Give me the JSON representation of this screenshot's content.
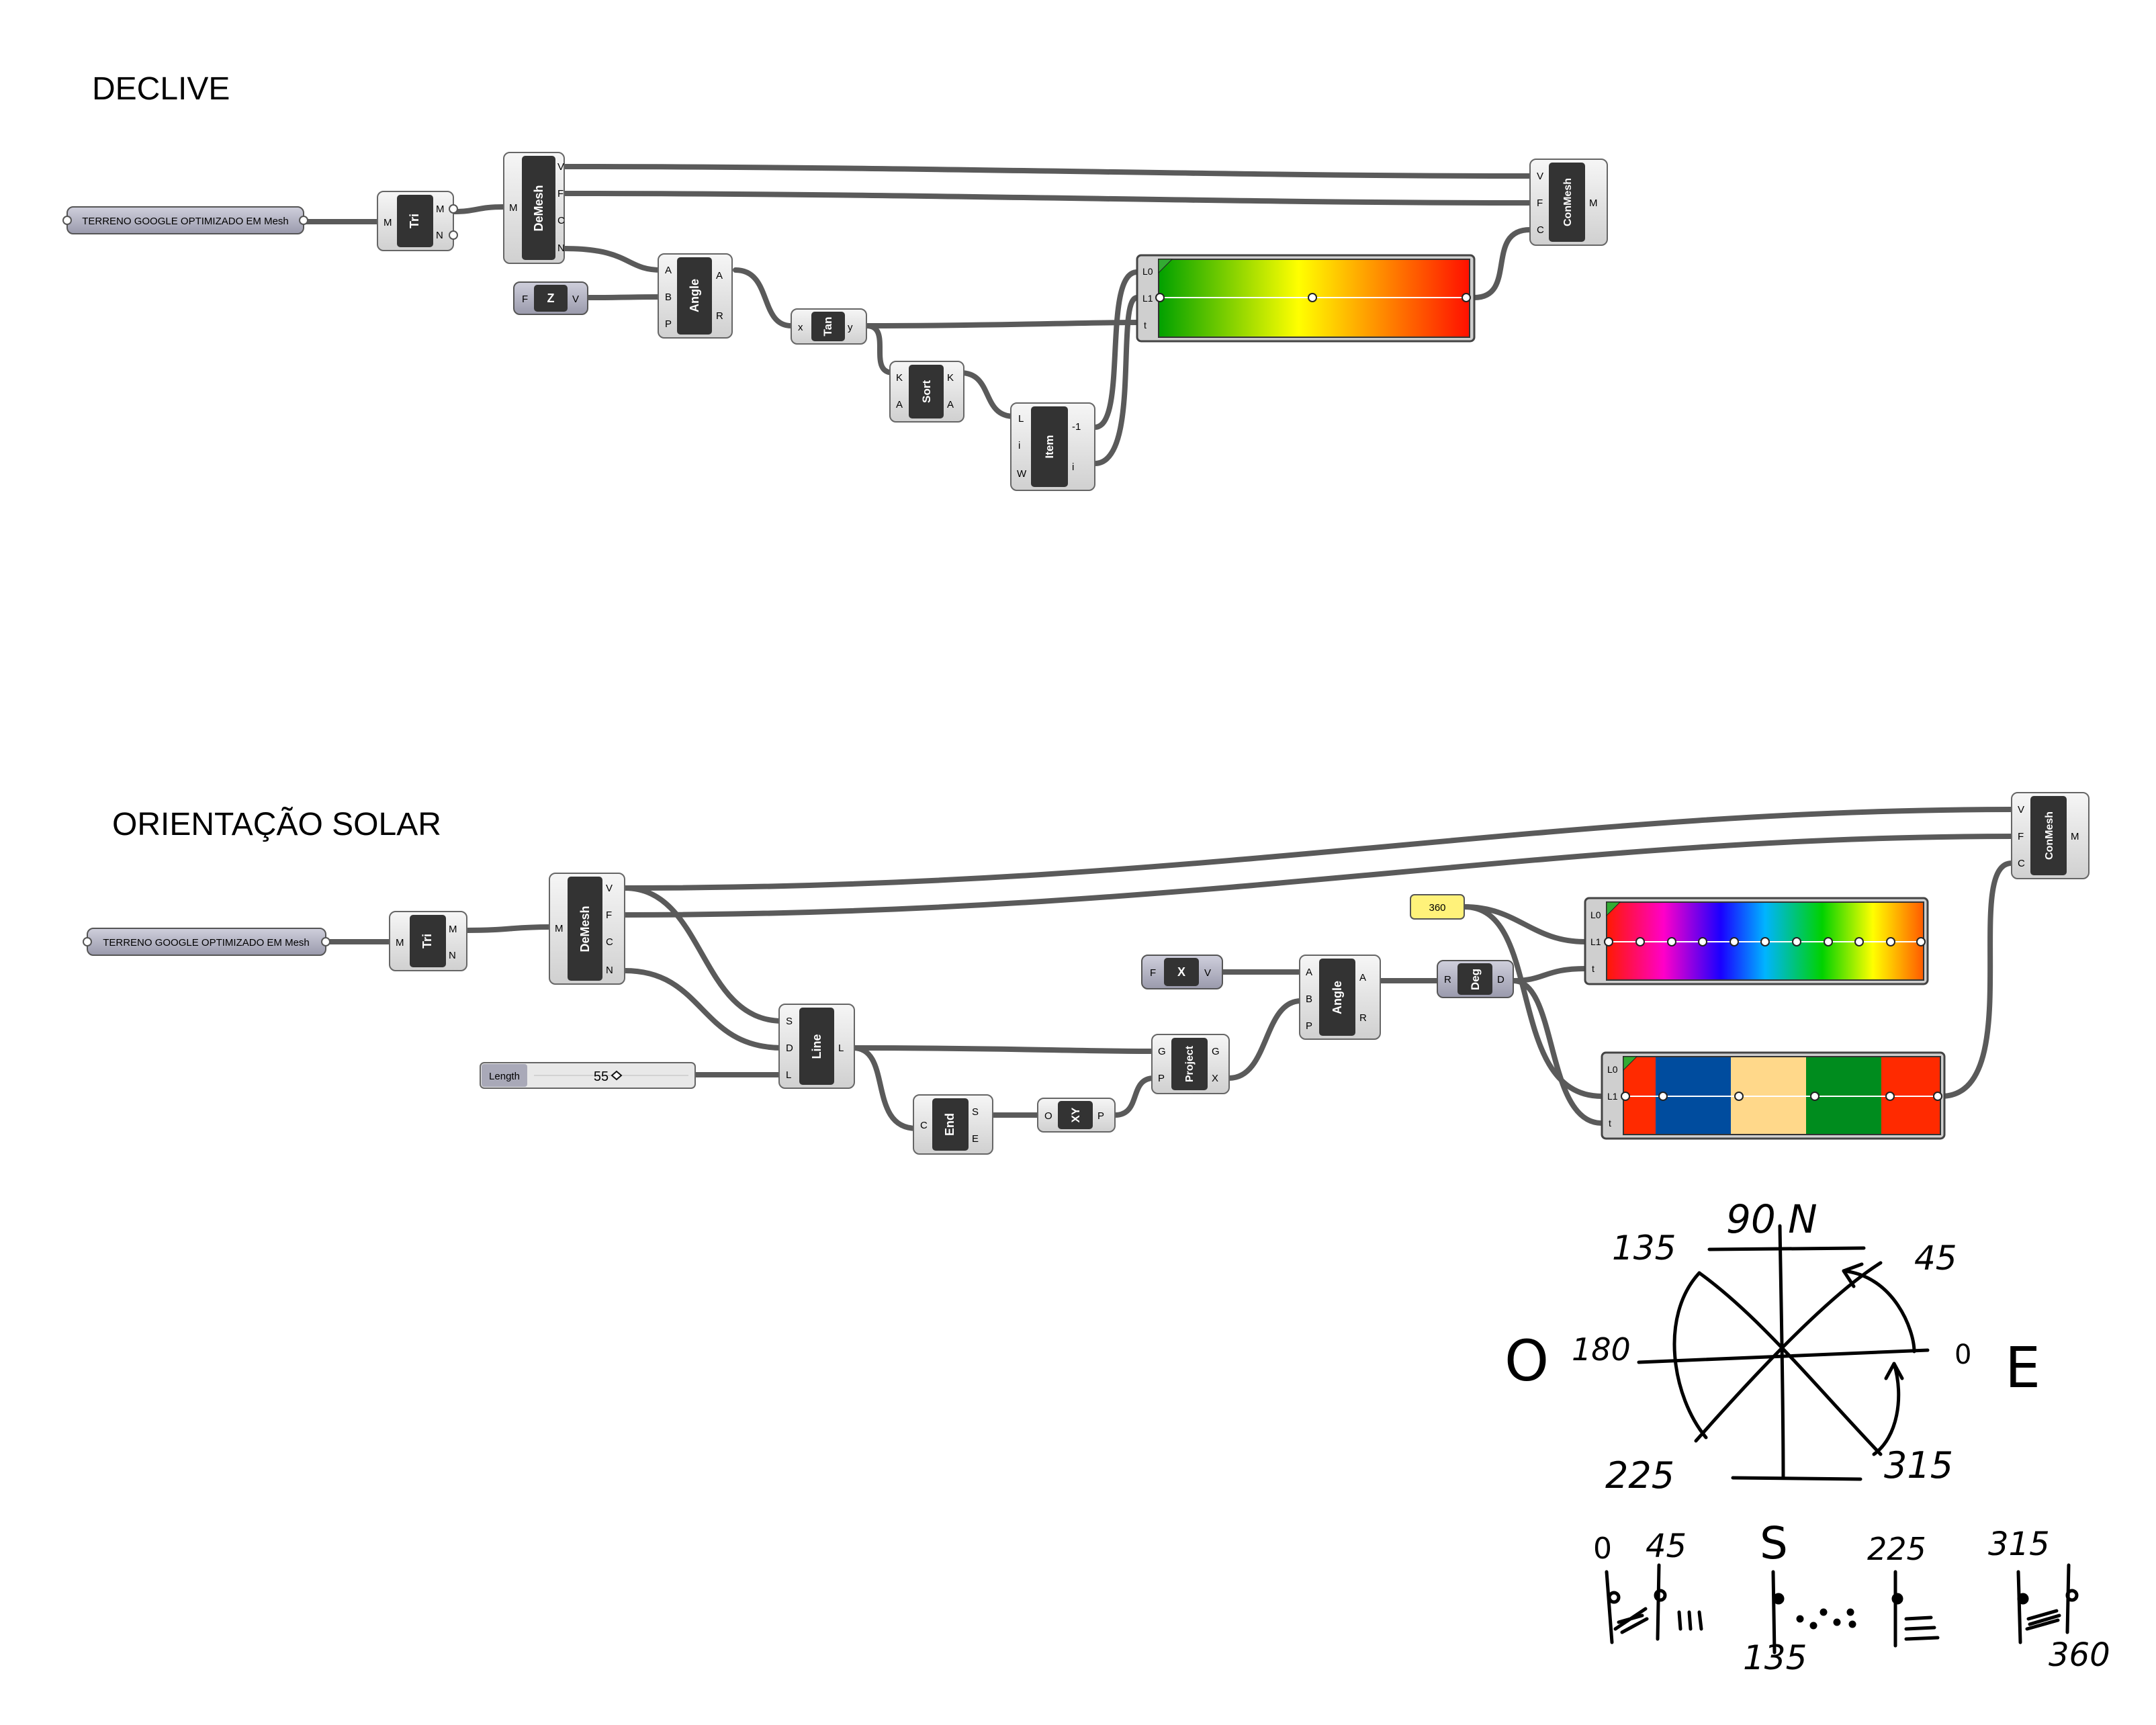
{
  "sections": {
    "declive": "DECLIVE",
    "orientacao": "ORIENTAÇÃO SOLAR"
  },
  "declive": {
    "mesh_param": "TERRENO GOOGLE OPTIMIZADO EM Mesh",
    "tri": {
      "label": "Tri",
      "in": [
        "M"
      ],
      "out": [
        "M",
        "N"
      ]
    },
    "demesh": {
      "label": "DeMesh",
      "in": [
        "M"
      ],
      "out": [
        "V",
        "F",
        "C",
        "N"
      ]
    },
    "zvec": {
      "label": "Z",
      "in": [
        "F"
      ],
      "out": [
        "V"
      ]
    },
    "angle": {
      "label": "Angle",
      "in": [
        "A",
        "B",
        "P"
      ],
      "out": [
        "A",
        "R"
      ]
    },
    "tan": {
      "label": "Tan",
      "in": [
        "x"
      ],
      "out": [
        "y"
      ]
    },
    "sort": {
      "label": "Sort",
      "in": [
        "K",
        "A"
      ],
      "out": [
        "K",
        "A"
      ]
    },
    "item": {
      "label": "Item",
      "in": [
        "L",
        "i",
        "W"
      ],
      "out": [
        "-1",
        "i"
      ]
    },
    "gradient": {
      "in": [
        "L0",
        "L1",
        "t"
      ]
    },
    "conmesh": {
      "label": "ConMesh",
      "in": [
        "V",
        "F",
        "C"
      ],
      "out": [
        "M"
      ]
    }
  },
  "orientacao": {
    "mesh_param": "TERRENO GOOGLE OPTIMIZADO EM Mesh",
    "tri": {
      "label": "Tri",
      "in": [
        "M"
      ],
      "out": [
        "M",
        "N"
      ]
    },
    "demesh": {
      "label": "DeMesh",
      "in": [
        "M"
      ],
      "out": [
        "V",
        "F",
        "C",
        "N"
      ]
    },
    "slider": {
      "name": "Length",
      "value": "55"
    },
    "line": {
      "label": "Line",
      "in": [
        "S",
        "D",
        "L"
      ],
      "out": [
        "L"
      ]
    },
    "end": {
      "label": "End",
      "in": [
        "C"
      ],
      "out": [
        "S",
        "E"
      ]
    },
    "xy": {
      "label": "XY",
      "in": [
        "O"
      ],
      "out": [
        "P"
      ]
    },
    "project": {
      "label": "Project",
      "in": [
        "G",
        "P"
      ],
      "out": [
        "G",
        "X"
      ]
    },
    "xvec": {
      "label": "X",
      "in": [
        "F"
      ],
      "out": [
        "V"
      ]
    },
    "angle": {
      "label": "Angle",
      "in": [
        "A",
        "B",
        "P"
      ],
      "out": [
        "A",
        "R"
      ]
    },
    "deg": {
      "label": "Deg",
      "in": [
        "R"
      ],
      "out": [
        "D"
      ]
    },
    "panel": "360",
    "gradient_rainbow": {
      "in": [
        "L0",
        "L1",
        "t"
      ]
    },
    "gradient_quad": {
      "in": [
        "L0",
        "L1",
        "t"
      ]
    },
    "conmesh": {
      "label": "ConMesh",
      "in": [
        "V",
        "F",
        "C"
      ],
      "out": [
        "M"
      ]
    }
  },
  "sketch": {
    "n_label": "90 N",
    "ne_label": "45",
    "nw_label": "135",
    "w_letter": "O",
    "w_label": "180",
    "e_label": "0",
    "e_letter": "E",
    "sw_label": "225",
    "se_label": "315",
    "row": [
      "0",
      "45",
      "S",
      "225",
      "315",
      "135",
      "360"
    ]
  },
  "colors": {
    "wire": "#5a5a5a",
    "component_core": "#333333",
    "slope_gradient": [
      "#00a000",
      "#ffff00",
      "#ff0000"
    ],
    "rainbow_gradient": [
      "#ff0000",
      "#ff00ff",
      "#0000ff",
      "#00aaff",
      "#00ff00",
      "#ffff00",
      "#ff6a00"
    ],
    "quad_colors": [
      "#ff2a00",
      "#004c9e",
      "#ffd88a",
      "#008c1e",
      "#ff2a00"
    ]
  }
}
